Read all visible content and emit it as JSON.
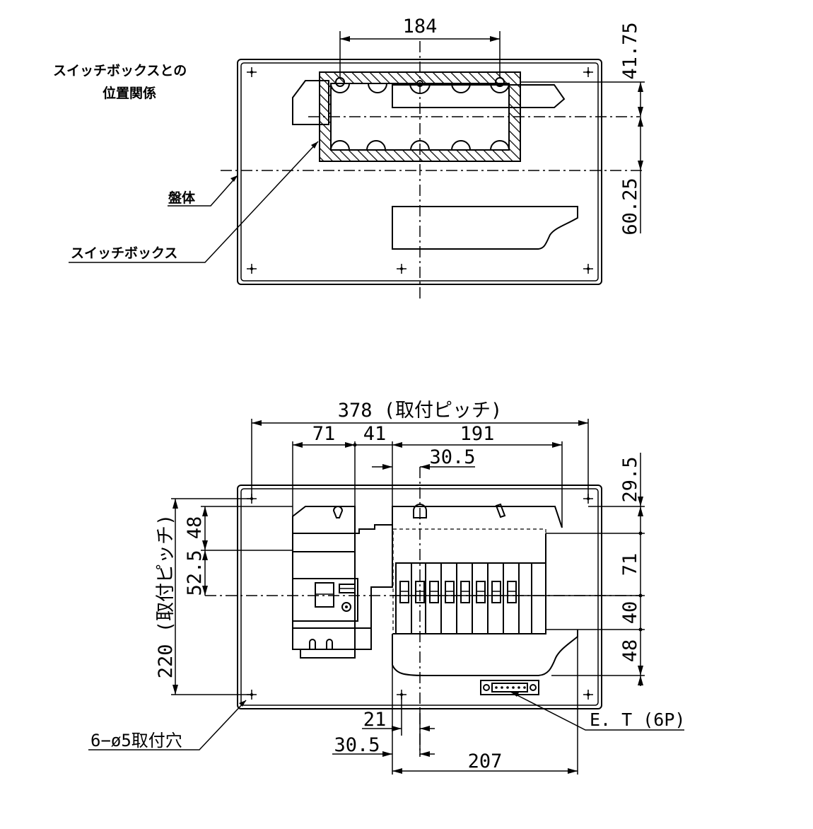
{
  "top_view": {
    "caption_line1": "スイッチボックスとの",
    "caption_line2": "位置関係",
    "dim_width": "184",
    "dim_upper": "41.75",
    "dim_lower": "60.25",
    "label_panel": "盤体",
    "label_switchbox": "スイッチボックス"
  },
  "bottom_view": {
    "dim_mount_pitch_h": "378 (取付ピッチ)",
    "dim_71": "71",
    "dim_41": "41",
    "dim_191": "191",
    "dim_30_5_top": "30.5",
    "dim_29_5": "29.5",
    "dim_right_71": "71",
    "dim_right_40": "40",
    "dim_right_48": "48",
    "dim_left_48": "48",
    "dim_left_52_5": "52.5",
    "dim_mount_pitch_v": "220 (取付ピッチ)",
    "dim_21": "21",
    "dim_30_5_bottom": "30.5",
    "dim_207": "207",
    "label_holes": "6−ø5取付穴",
    "label_terminal": "E. T (6P)"
  }
}
